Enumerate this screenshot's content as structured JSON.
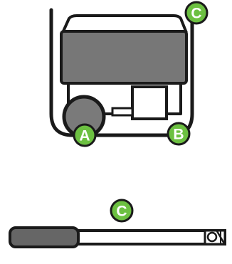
{
  "colors": {
    "outline": "#1a1a1a",
    "body_fill": "#777777",
    "wheel_fill": "#7a7a7a",
    "grip_fill": "#666666",
    "badge_fill": "#6cc041",
    "badge_text": "#ffffff",
    "background": "#ffffff"
  },
  "callouts": {
    "wheel": "A",
    "foot": "B",
    "handle": "C",
    "detached_handle": "C"
  }
}
